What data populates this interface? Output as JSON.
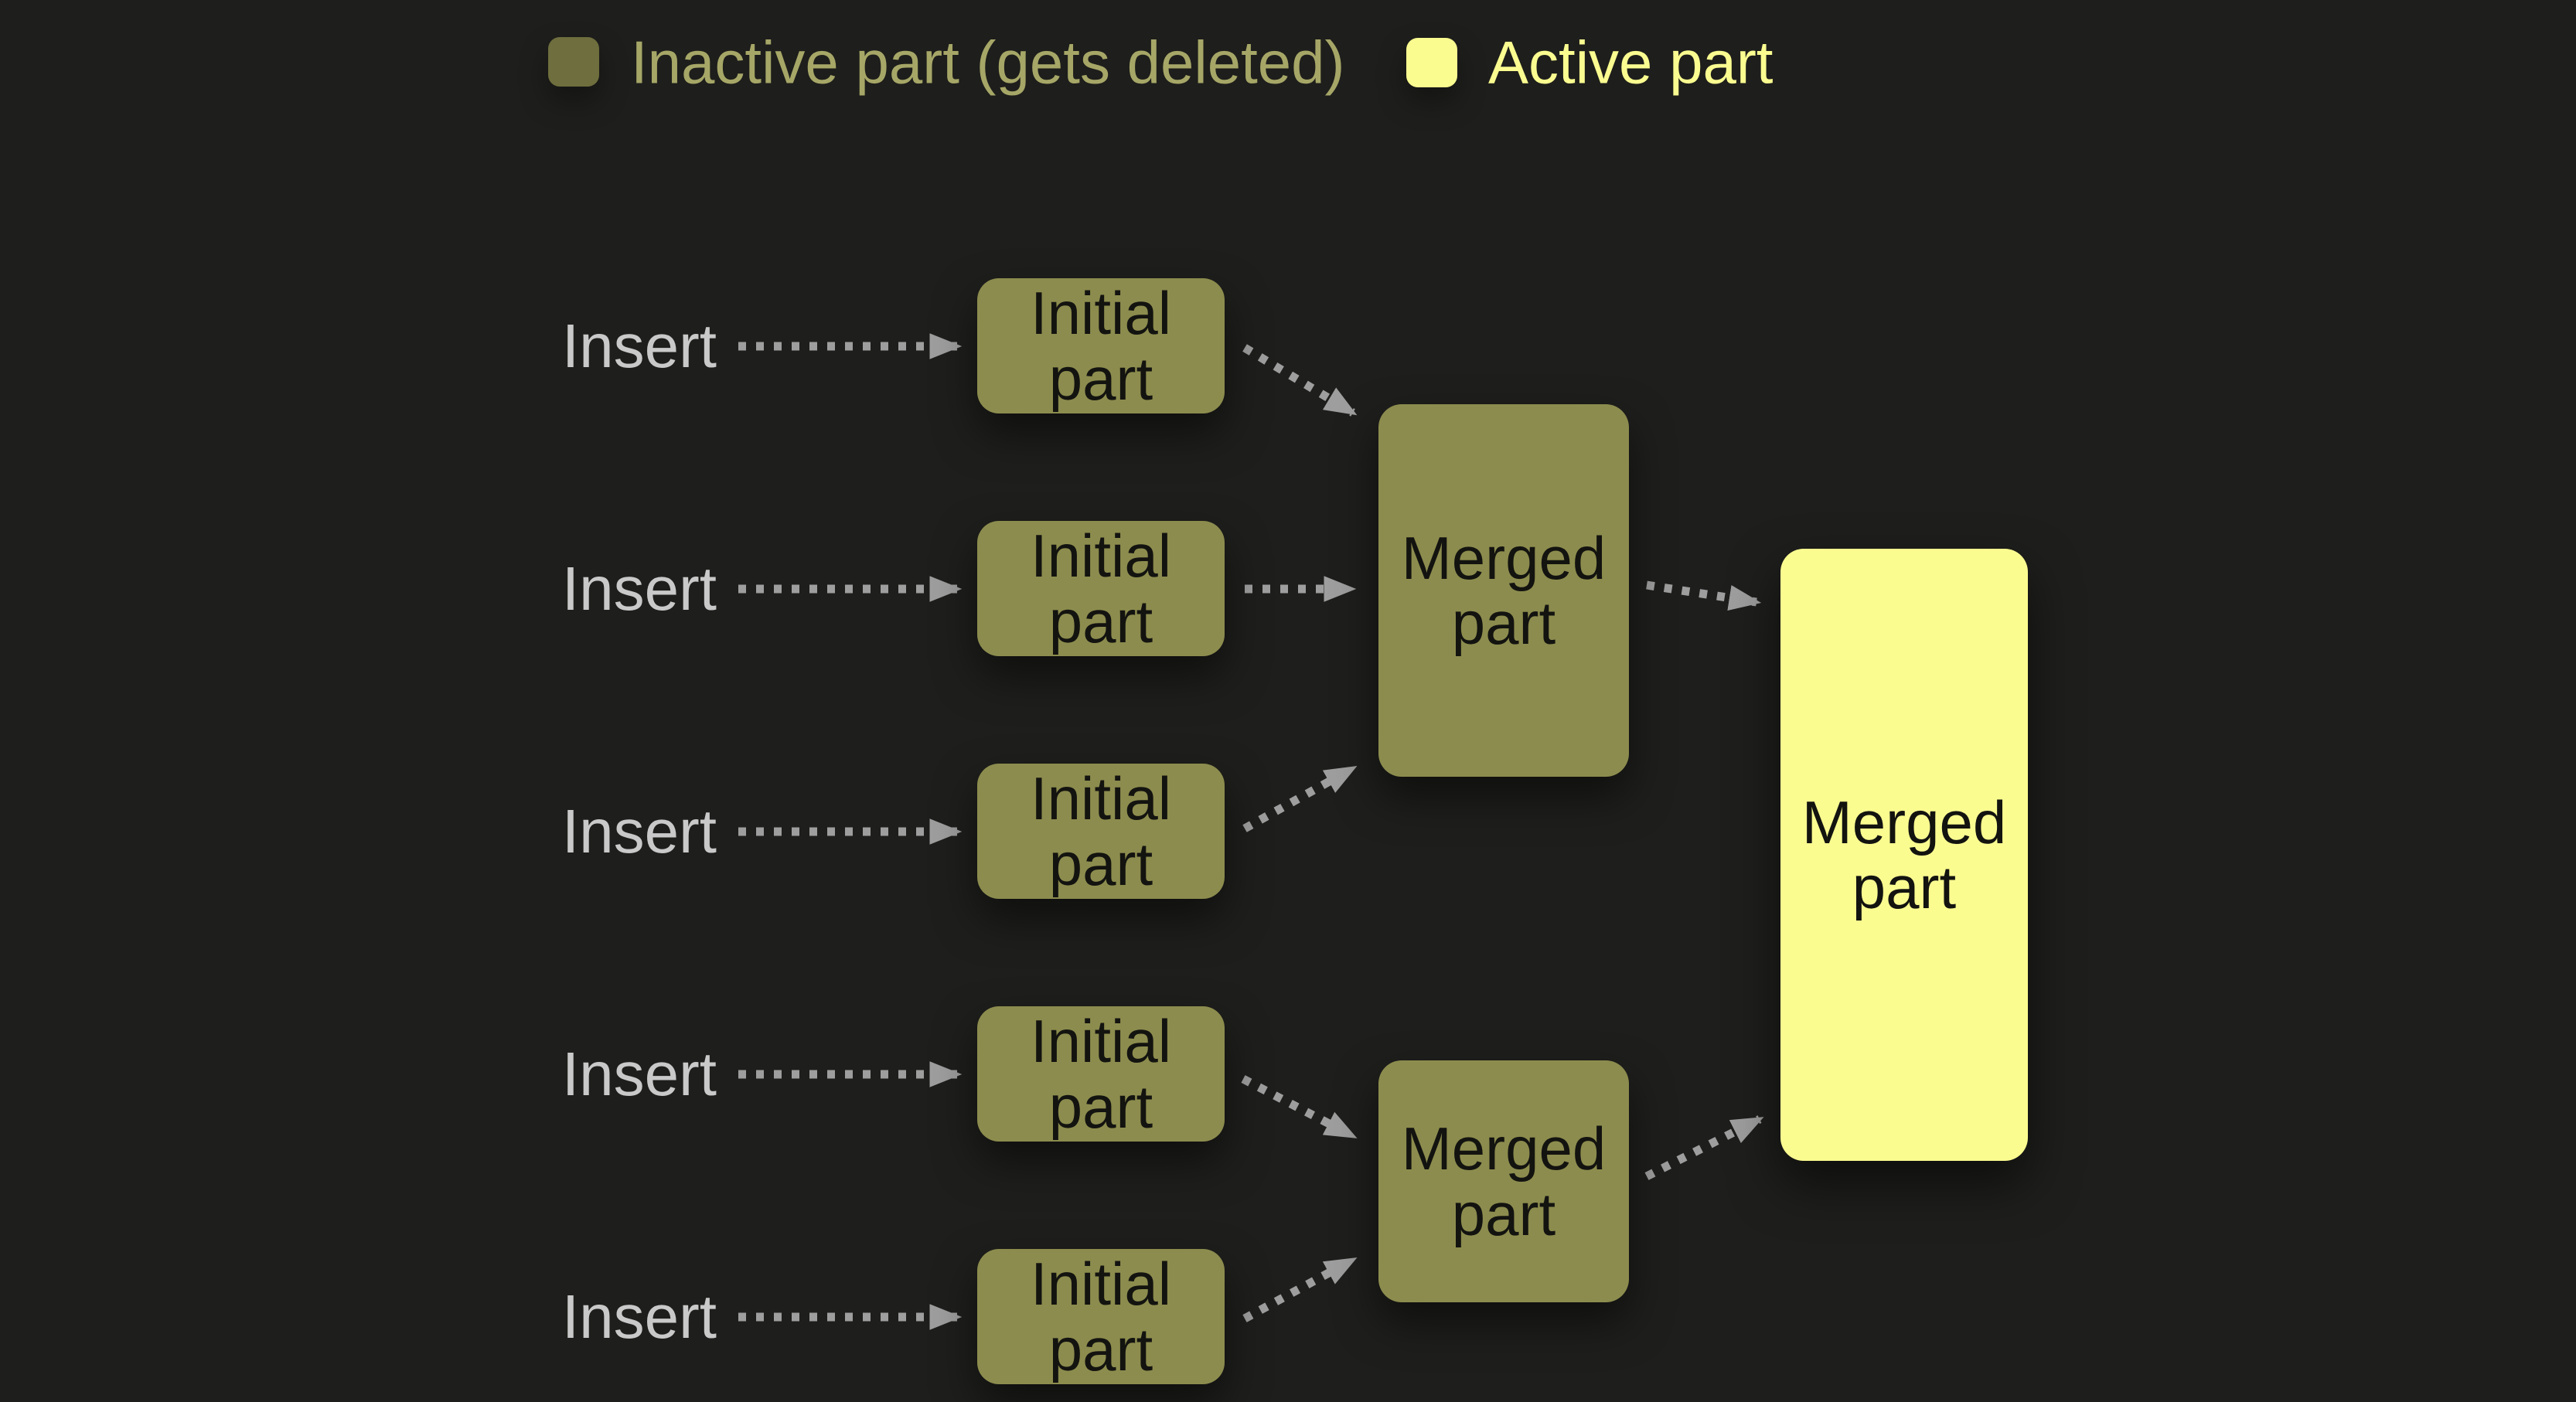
{
  "legend": {
    "inactive": {
      "label": "Inactive part (gets deleted)"
    },
    "active": {
      "label": "Active part"
    }
  },
  "flow": {
    "insert_labels": [
      "Insert",
      "Insert",
      "Insert",
      "Insert",
      "Insert"
    ],
    "initial_parts": [
      "Initial part",
      "Initial part",
      "Initial part",
      "Initial part",
      "Initial part"
    ],
    "merged_parts": [
      "Merged part",
      "Merged part"
    ],
    "final_part": "Merged part"
  },
  "colors": {
    "background": "#1e1e1c",
    "inactive_swatch": "#6e6e3e",
    "inactive_box": "#8c8c4e",
    "active": "#fafc90",
    "legend_inactive_text": "#a6a767",
    "insert_text": "#c9c9c9",
    "arrow": "#9e9e9e",
    "box_text": "#131310"
  }
}
